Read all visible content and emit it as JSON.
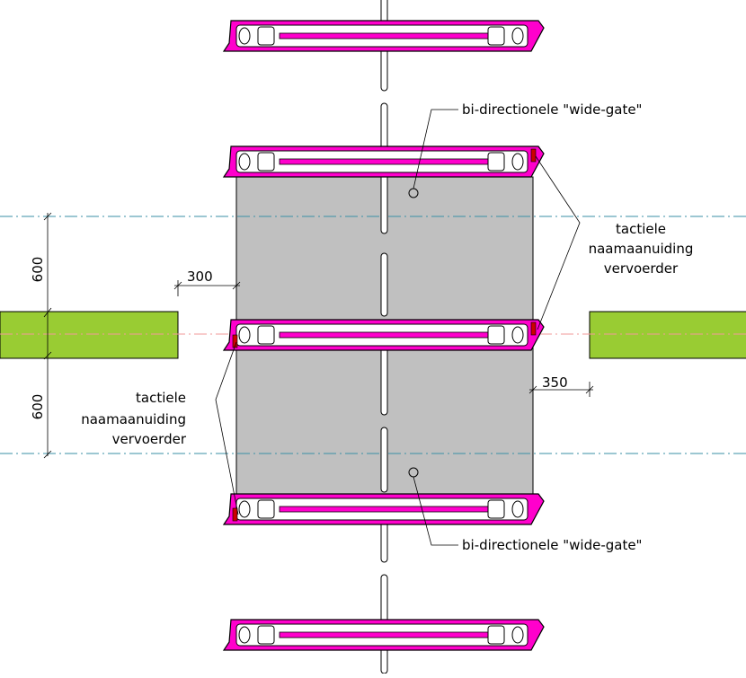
{
  "labels": {
    "gate_top": "bi-directionele \"wide-gate\"",
    "gate_bottom": "bi-directionele \"wide-gate\"",
    "tactile_right": [
      "tactiele",
      "naamaanuiding",
      "vervoerder"
    ],
    "tactile_left": [
      "tactiele",
      "naamaanuiding",
      "vervoerder"
    ]
  },
  "dimensions": {
    "upper_spacing": "600",
    "lower_spacing": "600",
    "left_gap": "300",
    "right_gap": "350"
  },
  "colors": {
    "cabinet": "#ff00cc",
    "platform": "#c0c0c0",
    "side_block": "#99cc33",
    "dash_line": "#3a8fa6",
    "center_line": "#f29a9a",
    "tactile_mark": "#cc0000"
  }
}
